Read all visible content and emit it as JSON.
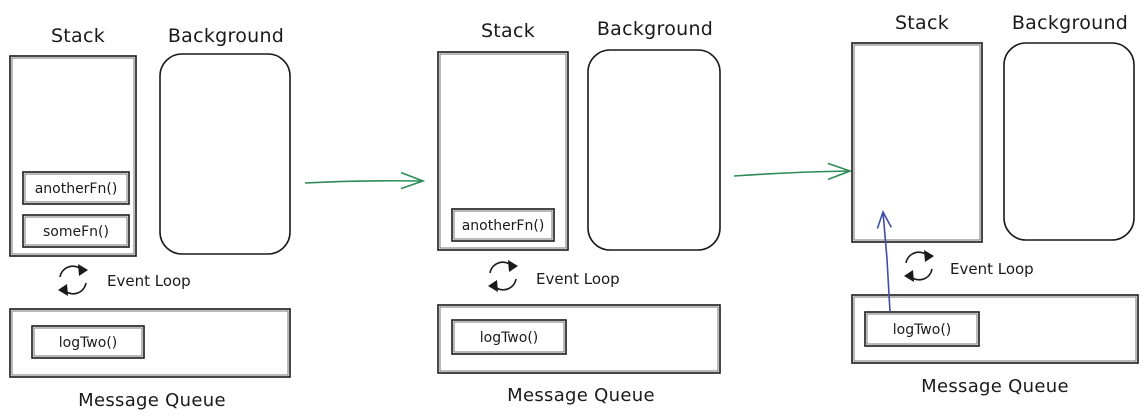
{
  "panels": [
    {
      "stack_title": "Stack",
      "background_title": "Background",
      "stack_frames": [
        "anotherFn()",
        "someFn()"
      ],
      "event_loop_label": "Event Loop",
      "queue_items": [
        "logTwo()"
      ],
      "queue_title": "Message Queue"
    },
    {
      "stack_title": "Stack",
      "background_title": "Background",
      "stack_frames": [
        "anotherFn()"
      ],
      "event_loop_label": "Event Loop",
      "queue_items": [
        "logTwo()"
      ],
      "queue_title": "Message Queue"
    },
    {
      "stack_title": "Stack",
      "background_title": "Background",
      "stack_frames": [],
      "event_loop_label": "Event Loop",
      "queue_items": [
        "logTwo()"
      ],
      "queue_title": "Message Queue"
    }
  ],
  "colors": {
    "transition_arrow": "#2e8b57",
    "dequeue_arrow": "#3f4fa8",
    "ink": "#1a1a1a"
  }
}
